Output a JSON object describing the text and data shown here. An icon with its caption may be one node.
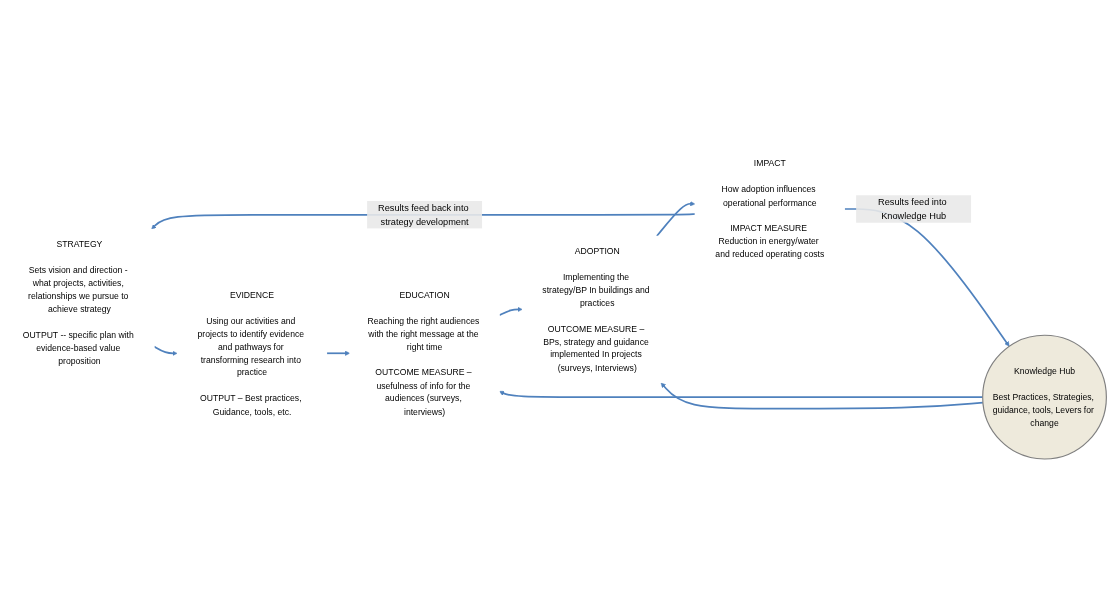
{
  "diagram": {
    "nodes": [
      {
        "text": [
          "STRATEGY",
          "Sets vision and direction - what projects, activities, relationships we pursue to achieve strategy",
          "OUTPUT -- specific plan with evidence-based value proposition"
        ]
      },
      {
        "text": [
          "EVIDENCE",
          "Using our activities and projects to identify evidence and pathways for transforming research into practice",
          "OUTPUT – Best practices, Guidance, tools, etc."
        ]
      },
      {
        "text": [
          "EDUCATION",
          "Reaching the right audiences with the right message at the right time",
          "OUTCOME MEASURE – usefulness of info for the audiences (surveys, interviews)"
        ]
      },
      {
        "text": [
          "ADOPTION",
          "Implementing the strategy/BP In buildings and practices",
          "OUTCOME MEASURE – BPs, strategy and guidance implemented In projects (surveys, Interviews)"
        ]
      },
      {
        "text": [
          "IMPACT",
          "How adoption influences operational performance",
          "IMPACT MEASURE Reduction in energy/water and reduced operating costs"
        ]
      },
      {
        "text": [
          "Knowledge Hub",
          "Best Practices, Strategies, guidance, tools, Levers for change"
        ]
      }
    ],
    "edges": [
      {
        "from": 0,
        "to": 1,
        "arrow": "to"
      },
      {
        "from": 1,
        "to": 2,
        "arrow": "to"
      },
      {
        "from": 2,
        "to": 3,
        "arrow": "to"
      },
      {
        "from": 3,
        "to": 4,
        "arrow": "to"
      },
      {
        "from": 5,
        "to": 2,
        "arrow": "to"
      },
      {
        "from": 5,
        "to": 3,
        "arrow": "to"
      },
      {
        "from": 4,
        "to": 0,
        "arrow": "to",
        "label": "Results feed back into strategy development"
      },
      {
        "from": 4,
        "to": 5,
        "arrow": "to",
        "label": "Results feed into Knowledge Hub"
      }
    ]
  }
}
